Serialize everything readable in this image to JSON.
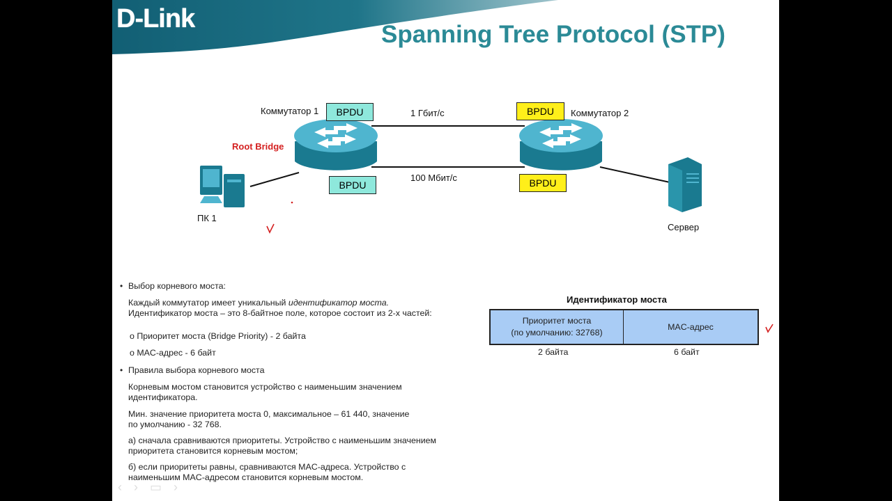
{
  "logo": "D-Link",
  "title": "Spanning Tree Protocol (STP)",
  "diagram": {
    "switch1_label": "Коммутатор 1",
    "switch2_label": "Коммутатор 2",
    "root_bridge": "Root Bridge",
    "bpdu": "BPDU",
    "link_top": "1 Гбит/с",
    "link_bottom": "100 Мбит/с",
    "pc_label": "ПК 1",
    "server_label": "Сервер"
  },
  "text": {
    "b1": "Выбор корневого моста:",
    "p1": "Каждый коммутатор имеет уникальный",
    "p1_italic": "идентификатор моста.",
    "p1b": "Идентификатор моста – это 8-байтное поле, которое состоит из 2-х частей:",
    "s1": "Приоритет моста (Bridge Priority) - 2 байта",
    "s2": "MAC-адрес - 6 байт",
    "b2": "Правила выбора корневого моста",
    "p2": "Корневым мостом становится устройство с наименьшим значением идентификатора.",
    "p3": "Мин. значение приоритета моста 0, максимальное – 61 440, значение по умолчанию - 32 768.",
    "p4": "а) сначала сравниваются приоритеты. Устройство с наименьшим значением приоритета становится корневым мостом;",
    "p5": "б) если приоритеты равны, сравниваются MAC-адреса. Устройство с наименьшим MAC-адресом становится корневым мостом."
  },
  "table": {
    "title": "Идентификатор моста",
    "cell1_line1": "Приоритет моста",
    "cell1_line2": "(по умолчанию: 32768)",
    "cell2": "MAC-адрес",
    "size1": "2 байта",
    "size2": "6 байт"
  },
  "colors": {
    "brand": "#1d6f86",
    "title": "#2b8a96",
    "bpdu_root": "#8ee8dc",
    "bpdu_other": "#ffef1a",
    "table": "#a9ccf5"
  }
}
